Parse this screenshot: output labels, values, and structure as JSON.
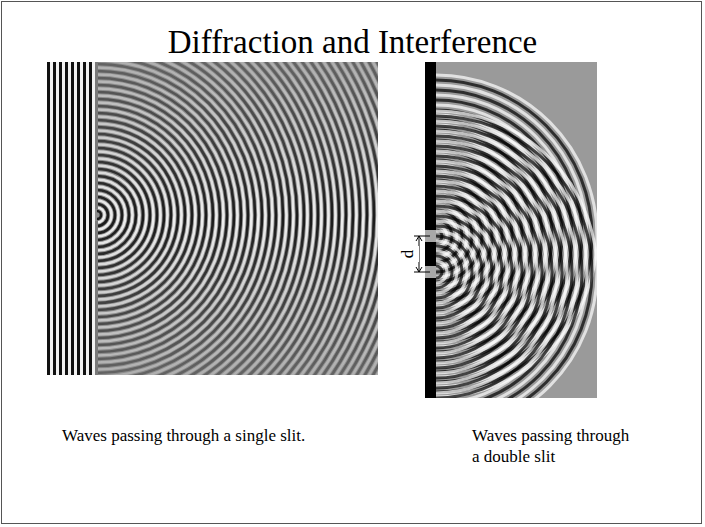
{
  "diagram": {
    "title": "Diffraction and Interference",
    "labels": [
      "d",
      "Waves passing through a single slit.",
      "Waves passing through a double slit"
    ]
  }
}
